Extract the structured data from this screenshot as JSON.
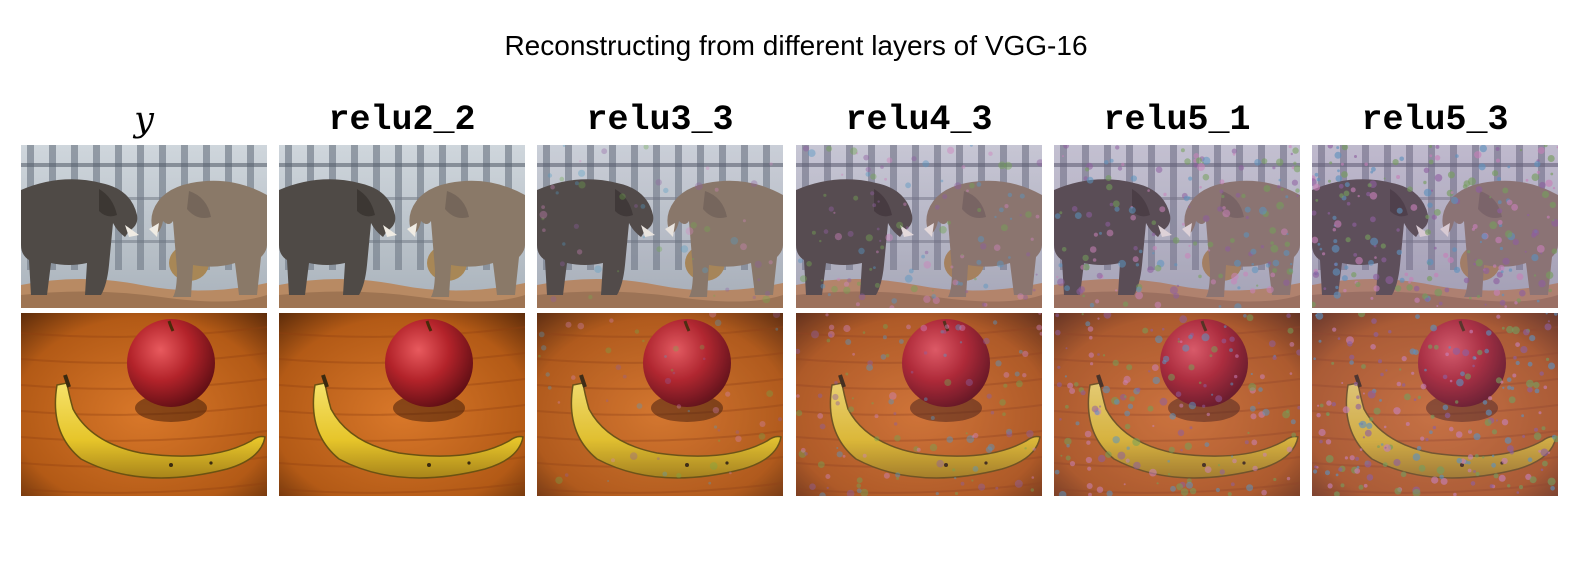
{
  "figure": {
    "title": "Reconstructing from different layers of VGG-16"
  },
  "columns": [
    {
      "label": "y",
      "style": "math",
      "degradation": 0.0
    },
    {
      "label": "relu2_2",
      "style": "mono",
      "degradation": 0.05
    },
    {
      "label": "relu3_3",
      "style": "mono",
      "degradation": 0.2
    },
    {
      "label": "relu4_3",
      "style": "mono",
      "degradation": 0.45
    },
    {
      "label": "relu5_1",
      "style": "mono",
      "degradation": 0.65
    },
    {
      "label": "relu5_3",
      "style": "mono",
      "degradation": 0.85
    }
  ],
  "rows": [
    {
      "subject": "elephants"
    },
    {
      "subject": "apple-and-banana"
    }
  ],
  "colors": {
    "sky": "#cfd6dc",
    "fence": "#7c8591",
    "elephant_dark": "#4f4a46",
    "elephant_light": "#8a7968",
    "ground": "#b88a63",
    "table": "#b35a16",
    "apple": "#b3232a",
    "banana": "#e6c52a",
    "artifact_green": "#6fb04a",
    "artifact_purple": "#8f5fa0"
  }
}
